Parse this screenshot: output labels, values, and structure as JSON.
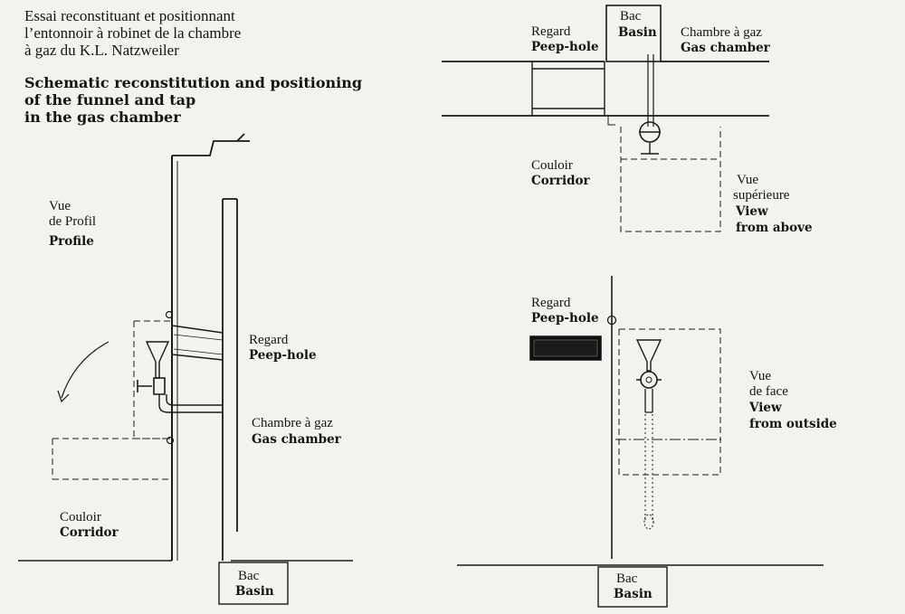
{
  "title": {
    "fr": [
      "Essai reconstituant et positionnant",
      "l’entonnoir à robinet de la chambre",
      "à gaz du K.L. Natzweiler"
    ],
    "en": [
      "Schematic reconstitution and positioning",
      "of the funnel and tap",
      "in the gas chamber"
    ]
  },
  "profile_view": {
    "view": {
      "fr": [
        "Vue",
        "de Profil"
      ],
      "en": "Profile"
    },
    "peephole": {
      "fr": "Regard",
      "en": "Peep-hole"
    },
    "gas_chamber": {
      "fr": "Chambre à gaz",
      "en": "Gas chamber"
    },
    "corridor": {
      "fr": "Couloir",
      "en": "Corridor"
    },
    "basin": {
      "fr": "Bac",
      "en": "Basin"
    }
  },
  "top_view": {
    "basin": {
      "fr": "Bac",
      "en": "Basin"
    },
    "peephole": {
      "fr": "Regard",
      "en": "Peep-hole"
    },
    "gas_chamber": {
      "fr": "Chambre à gaz",
      "en": "Gas chamber"
    },
    "corridor": {
      "fr": "Couloir",
      "en": "Corridor"
    },
    "view": {
      "fr": [
        "Vue",
        "supérieure"
      ],
      "en": [
        "View",
        "from above"
      ]
    }
  },
  "front_view": {
    "peephole": {
      "fr": "Regard",
      "en": "Peep-hole"
    },
    "view": {
      "fr": [
        "Vue",
        "de face"
      ],
      "en": [
        "View",
        "from outside"
      ]
    },
    "basin": {
      "fr": "Bac",
      "en": "Basin"
    }
  }
}
